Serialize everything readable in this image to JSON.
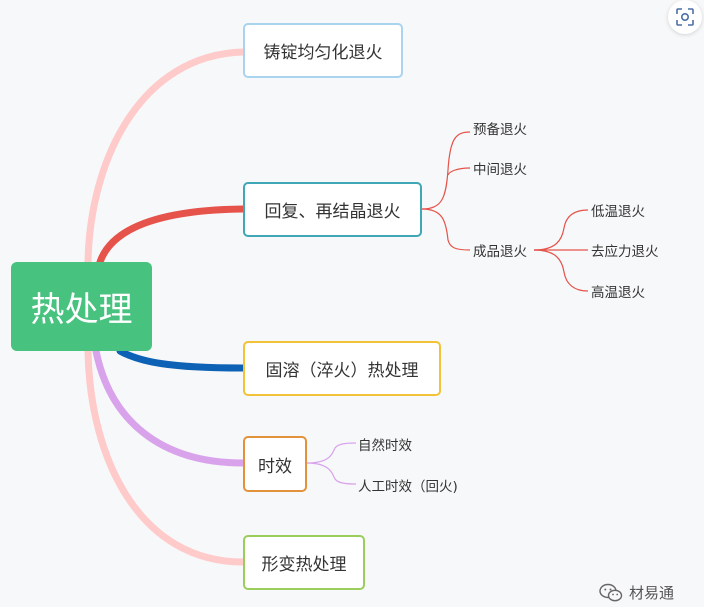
{
  "root": {
    "label": "热处理",
    "color": "#48c27f"
  },
  "branches": [
    {
      "label": "铸锭均匀化退火",
      "color": "#a9d3ef"
    },
    {
      "label": "回复、再结晶退火",
      "color": "#3fa7b5",
      "children": [
        "预备退火",
        "中间退火",
        "成品退火"
      ],
      "grandchildren": [
        "低温退火",
        "去应力退火",
        "高温退火"
      ]
    },
    {
      "label": "固溶（淬火）热处理",
      "color": "#f2c338"
    },
    {
      "label": "时效",
      "color": "#e3923c",
      "children": [
        "自然时效",
        "人工时效（回火)"
      ]
    },
    {
      "label": "形变热处理",
      "color": "#9acd5a"
    }
  ],
  "watermark": {
    "text": "材易通",
    "icon": "wechat-icon"
  },
  "toolbar": {
    "icon": "scan-icon"
  }
}
